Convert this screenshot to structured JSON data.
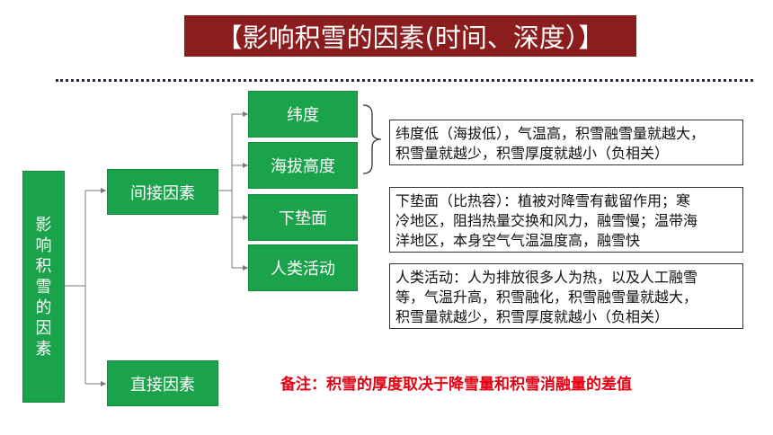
{
  "title": "【影响积雪的因素(时间、深度）】",
  "root": {
    "label": "影响积雪的因素",
    "chars": [
      "影",
      "响",
      "积",
      "雪",
      "的",
      "因",
      "素"
    ]
  },
  "branches": {
    "indirect": "间接因素",
    "direct": "直接因素"
  },
  "factors": [
    "纬度",
    "海拔高度",
    "下垫面",
    "人类活动"
  ],
  "notes": {
    "latitude_altitude": [
      "纬度低（海拔低），气温高，积雪融雪量就越大，",
      "积雪量就越少，积雪厚度就越小（负相关）"
    ],
    "underlying_surface": [
      "下垫面（比热容）：植被对降雪有截留作用；寒",
      "冷地区，阻挡热量交换和风力，融雪慢；温带海",
      "洋地区，本身空气气温温度高，融雪快"
    ],
    "human_activity": [
      "人类活动：人为排放很多人为热，以及人工融雪",
      "等，气温升高，积雪融化，积雪融雪量就越大，",
      "积雪量就越少，积雪厚度就越小（负相关）"
    ]
  },
  "remark": "备注：积雪的厚度取决于降雪量和积雪消融量的差值",
  "colors": {
    "banner": "#8b1d1d",
    "box_green": "#1aa34a",
    "remark_red": "#e60012"
  }
}
